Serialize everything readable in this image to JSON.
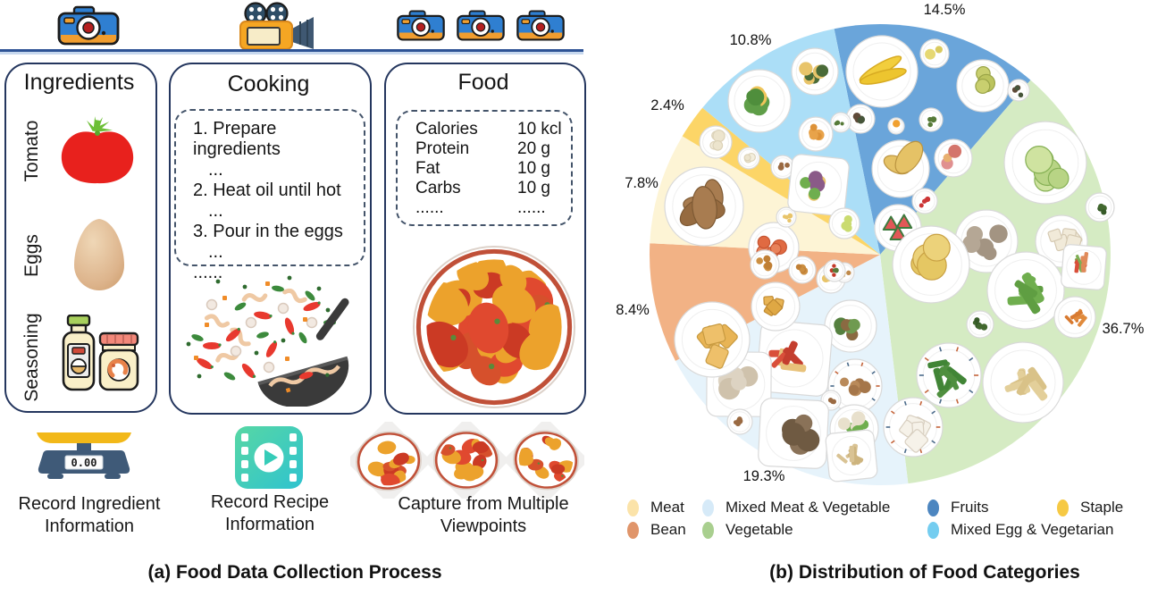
{
  "figure": {
    "caption_a": "(a) Food Data Collection Process",
    "caption_b": "(b) Distribution of Food Categories"
  },
  "panel_a": {
    "top_icons": [
      "camera-icon",
      "video-camera-icon",
      "camera-icon",
      "camera-icon",
      "camera-icon"
    ],
    "ingredients": {
      "title": "Ingredients",
      "items": [
        {
          "label": "Tomato",
          "icon": "tomato-icon"
        },
        {
          "label": "Eggs",
          "icon": "egg-icon"
        },
        {
          "label": "Seasoning",
          "icon": "seasoning-icon"
        }
      ]
    },
    "cooking": {
      "title": "Cooking",
      "steps": [
        "1. Prepare ingredients",
        "...",
        "2. Heat oil until hot",
        "...",
        "3. Pour in the eggs",
        "...",
        "......"
      ],
      "illustration": "wok-stir-fry-icon"
    },
    "food": {
      "title": "Food",
      "nutrition": [
        {
          "label": "Calories",
          "value": "10 kcl"
        },
        {
          "label": "Protein",
          "value": "20 g"
        },
        {
          "label": "Fat",
          "value": "10 g"
        },
        {
          "label": "Carbs",
          "value": "10 g"
        },
        {
          "label": "......",
          "value": "......"
        }
      ],
      "illustration": "tomato-egg-dish-icon"
    },
    "scale_display": "0.00",
    "footer_labels": [
      "Record Ingredient Information",
      "Record Recipe Information",
      "Capture from Multiple Viewpoints"
    ],
    "footer_icons": [
      "kitchen-scale-icon",
      "video-play-icon",
      "three-dish-photos-icon"
    ]
  },
  "chart_data": {
    "type": "pie",
    "title": "Distribution of Food Categories",
    "start_angle_deg": -11.5,
    "legend_position": "bottom",
    "slices": [
      {
        "label": "Fruits",
        "value": 14.5,
        "label_text": "14.5%",
        "color": "#6aa5da",
        "legend_color": "#4d86c0"
      },
      {
        "label": "Vegetable",
        "value": 36.7,
        "label_text": "36.7%",
        "color": "#d5ebc3",
        "legend_color": "#a9cf8f"
      },
      {
        "label": "Mixed Meat & Vegetable",
        "value": 19.3,
        "label_text": "19.3%",
        "color": "#e6f3fb",
        "legend_color": "#d6eaf8"
      },
      {
        "label": "Bean",
        "value": 8.4,
        "label_text": "8.4%",
        "color": "#f2b285",
        "legend_color": "#e0956a"
      },
      {
        "label": "Meat",
        "value": 7.8,
        "label_text": "7.8%",
        "color": "#fdf4d5",
        "legend_color": "#fbe3a9"
      },
      {
        "label": "Staple",
        "value": 2.4,
        "label_text": "2.4%",
        "color": "#fcd567",
        "legend_color": "#f6c944"
      },
      {
        "label": "Mixed Egg & Vegetarian",
        "value": 10.8,
        "label_text": "10.8%",
        "color": "#abdef7",
        "legend_color": "#74cdf0"
      }
    ]
  }
}
